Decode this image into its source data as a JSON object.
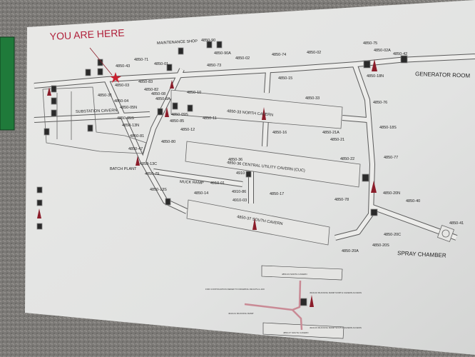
{
  "title": "YOU ARE HERE",
  "areas": {
    "maintenance_shop": "MAINTENANCE SHOP",
    "substation_cavern": "SUBSTATION CAVERN",
    "batch_plant": "BATCH PLANT",
    "muck_ramp": "MUCK RAMP",
    "generator_room": "GENERATOR ROOM",
    "spray_chamber": "SPRAY CHAMBER",
    "north_cavern": "4850-33 NORTH CAVERN",
    "cuc": "4850-36 CENTRAL UTILITY CAVERN (CUC)",
    "south_cavern": "4850-37 SOUTH CAVERN"
  },
  "station_labels": [
    "4850-43",
    "4850-71",
    "4850-01",
    "4850-90",
    "4850-90A",
    "4850-73",
    "4850-02",
    "4850-74",
    "4850-02",
    "4850-75",
    "4850-02A",
    "4850-42",
    "4850-18N",
    "4850-15",
    "4850-33",
    "4850-76",
    "4850-21A",
    "4850-21",
    "4850-18S",
    "4850-16",
    "4850-22",
    "4850-77",
    "4850-20N",
    "4850-78",
    "4850-40",
    "4850-41",
    "4850-20C",
    "4850-20S",
    "4850-20A",
    "4850-17",
    "4910-86",
    "4910-03",
    "4910-01",
    "4850-14",
    "4850-13S",
    "4850-79",
    "4850-13C",
    "4850-47",
    "4850-81",
    "4850-13N",
    "4850-05S",
    "4850-05N",
    "4850-04",
    "4850-31",
    "4850-03",
    "4850-83",
    "4850-82",
    "4850-08",
    "4850-8A",
    "4850-10",
    "4850-09S",
    "4850-85",
    "4850-12",
    "4850-80",
    "4850-11",
    "4850-36",
    "4910"
  ],
  "inset": {
    "north_cavern": "4850-33 NORTH CAVERN",
    "south_cavern": "4850-37 SOUTH CAVERN",
    "note": "FOR CONTINUATION REFER TO DRAWING 4910-PS-G-100",
    "mucking_ramp": "4910-01 MUCKING RAMP",
    "north_access": "4910-02 MUCKING RAMP NORTH CAVERN ACCESS",
    "south_access": "4910-03 MUCKING RAMP SOUTH CAVERN ACCESS"
  },
  "colors": {
    "you_are_here": "#b0203a",
    "sign_green": "#1f7a3a",
    "tunnel_outline": "#555555",
    "ramp_pink": "#c98a95"
  }
}
